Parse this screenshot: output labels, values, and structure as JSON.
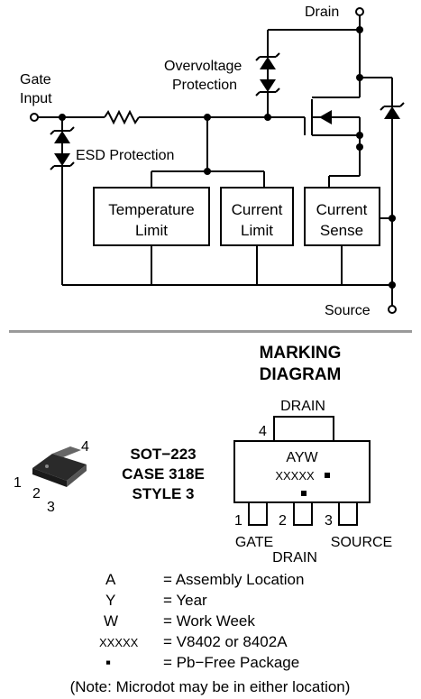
{
  "schematic": {
    "drain_label": "Drain",
    "gate_label_line1": "Gate",
    "gate_label_line2": "Input",
    "overvoltage_line1": "Overvoltage",
    "overvoltage_line2": "Protection",
    "esd_label": "ESD Protection",
    "temp_limit_line1": "Temperature",
    "temp_limit_line2": "Limit",
    "current_limit_line1": "Current",
    "current_limit_line2": "Limit",
    "current_sense_line1": "Current",
    "current_sense_line2": "Sense",
    "source_label": "Source"
  },
  "package": {
    "name": "SOT−223",
    "case": "CASE 318E",
    "style": "STYLE 3",
    "pin_labels": [
      "1",
      "2",
      "3",
      "4"
    ]
  },
  "marking": {
    "title_line1": "MARKING",
    "title_line2": "DIAGRAM",
    "drain_top": "DRAIN",
    "tab_pin": "4",
    "line_ayw": "AYW",
    "line_xxxxx": "XXXXX",
    "pin1": "1",
    "pin2": "2",
    "pin3": "3",
    "gate": "GATE",
    "drain_bottom": "DRAIN",
    "source": "SOURCE"
  },
  "legend": [
    {
      "code": "A",
      "desc": "= Assembly Location"
    },
    {
      "code": "Y",
      "desc": "= Year"
    },
    {
      "code": "W",
      "desc": "= Work Week"
    },
    {
      "code": "XXXXX",
      "desc": "= V8402 or 8402A"
    },
    {
      "code": "▪",
      "desc": "= Pb−Free Package"
    }
  ],
  "note": "(Note: Microdot may be in either location)"
}
